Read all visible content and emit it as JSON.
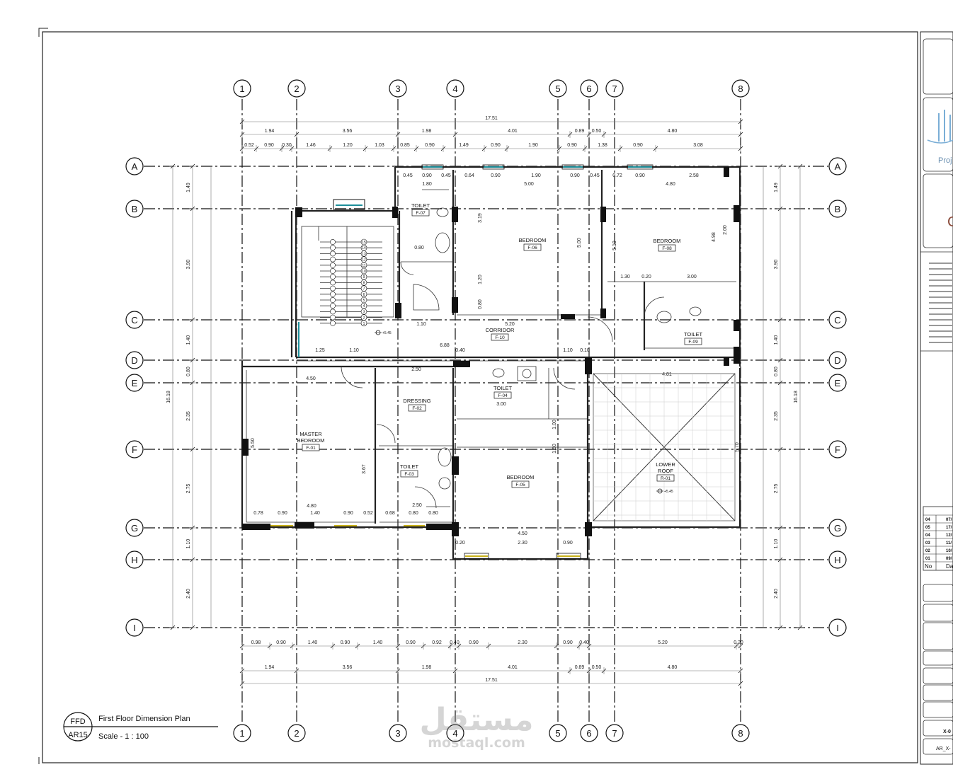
{
  "drawing": {
    "title": "First Floor Dimension Plan",
    "scale": "Scale - 1 : 100",
    "tag_top": "FFD",
    "tag_bottom": "AR15"
  },
  "grid_columns": [
    "1",
    "2",
    "3",
    "4",
    "5",
    "6",
    "7",
    "8"
  ],
  "grid_rows": [
    "A",
    "B",
    "C",
    "D",
    "E",
    "F",
    "G",
    "H",
    "I"
  ],
  "dimensions": {
    "overall_width": "17.51",
    "top_chain": [
      "1.94",
      "3.56",
      "1.98",
      "4.01",
      "0.89",
      "0.50",
      "4.80"
    ],
    "bottom_chain": [
      "1.94",
      "3.56",
      "1.98",
      "4.01",
      "0.89",
      "0.50",
      "4.80"
    ],
    "top_openings": [
      "0.52",
      "0.90",
      "0.30",
      "1.46",
      "1.20",
      "1.03",
      "0.85",
      "0.90",
      "1.49",
      "0.90",
      "1.90",
      "0.90",
      "1.38",
      "0.90",
      "3.08"
    ],
    "bottom_openings": [
      "0.98",
      "0.90",
      "1.40",
      "0.90",
      "1.40",
      "0.90",
      "0.92",
      "0.40",
      "0.90",
      "2.30",
      "0.90",
      "0.40",
      "5.20",
      "0.20"
    ],
    "left_chain": [
      "1.49",
      "3.90",
      "1.40",
      "0.80",
      "2.35",
      "2.75",
      "1.10",
      "2.40"
    ],
    "left_total": "16.18",
    "right_chain": [
      "1.49",
      "3.90",
      "1.40",
      "0.80",
      "2.35",
      "2.75",
      "1.10",
      "2.40"
    ],
    "right_total": "16.18",
    "interior": [
      "0.45",
      "0.90",
      "0.45",
      "0.64",
      "0.90",
      "1.90",
      "0.90",
      "0.45",
      "0.72",
      "0.90",
      "2.58",
      "1.80",
      "5.00",
      "4.80",
      "3.19",
      "5.00",
      "5.19",
      "4.98",
      "2.00",
      "1.10",
      "1.20",
      "0.80",
      "0.80",
      "1.30",
      "0.20",
      "3.00",
      "5.20",
      "6.88",
      "1.25",
      "1.10",
      "0.40",
      "1.10",
      "0.10",
      "4.50",
      "2.50",
      "3.00",
      "4.81",
      "5.70",
      "5.50",
      "3.67",
      "4.80",
      "4.50",
      "2.50",
      "2.30",
      "0.90",
      "0.20",
      "1.00",
      "1.50",
      "0.78",
      "0.90",
      "1.40",
      "0.90",
      "0.52",
      "0.68",
      "0.80",
      "0.80"
    ]
  },
  "rooms": [
    {
      "name": "TOILET",
      "tag": "F-07"
    },
    {
      "name": "BEDROOM",
      "tag": "F-06"
    },
    {
      "name": "BEDROOM",
      "tag": "F-08"
    },
    {
      "name": "CORRIDOR",
      "tag": "F-10"
    },
    {
      "name": "TOILET",
      "tag": "F-09"
    },
    {
      "name": "DRESSING",
      "tag": "F-02"
    },
    {
      "name": "TOILET",
      "tag": "F-04"
    },
    {
      "name": "MASTER BEDROOM",
      "tag": "F-01"
    },
    {
      "name": "TOILET",
      "tag": "F-03"
    },
    {
      "name": "BEDROOM",
      "tag": "F-05"
    },
    {
      "name": "LOWER ROOF",
      "tag": "R-01"
    }
  ],
  "levels": [
    "+5.45",
    "+5.45"
  ],
  "stair_steps": [
    "1",
    "2",
    "3",
    "4",
    "5",
    "6",
    "7",
    "8",
    "9",
    "10",
    "11",
    "12",
    "13",
    "14",
    "15"
  ],
  "title_block": {
    "project": "Proj",
    "revisions": [
      {
        "no": "04",
        "date": "07/"
      },
      {
        "no": "05",
        "date": "17/"
      },
      {
        "no": "04",
        "date": "12/"
      },
      {
        "no": "03",
        "date": "11/"
      },
      {
        "no": "02",
        "date": "10/"
      },
      {
        "no": "01",
        "date": "09/"
      }
    ],
    "rev_header_no": "No",
    "rev_header_date": "Da",
    "sheet_code_a": "X-0",
    "sheet_code_b": "AR_X-"
  },
  "watermark": {
    "arabic": "مستقل",
    "latin": "mostaql.com"
  }
}
